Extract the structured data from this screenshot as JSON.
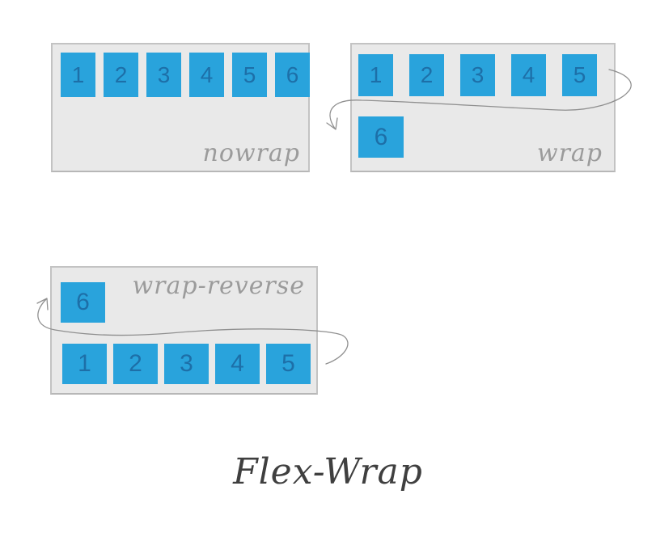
{
  "title": "Flex-Wrap",
  "colors": {
    "canvas-bg": "#ffffff",
    "panel-bg": "#e9e9e9",
    "panel-border": "#c3c3c3",
    "box-fill": "#29a3dc",
    "box-number": "#1d6fa8",
    "label-color": "#9b9b9b",
    "arrow-color": "#8f8f8f",
    "title-color": "#3f3f3f"
  },
  "panels": [
    {
      "label": "nowrap",
      "boxes": [
        "1",
        "2",
        "3",
        "4",
        "5",
        "6"
      ]
    },
    {
      "label": "wrap",
      "row1": [
        "1",
        "2",
        "3",
        "4",
        "5"
      ],
      "row2": [
        "6"
      ]
    },
    {
      "label": "wrap-reverse",
      "top": [
        "6"
      ],
      "bottom": [
        "1",
        "2",
        "3",
        "4",
        "5"
      ]
    }
  ]
}
